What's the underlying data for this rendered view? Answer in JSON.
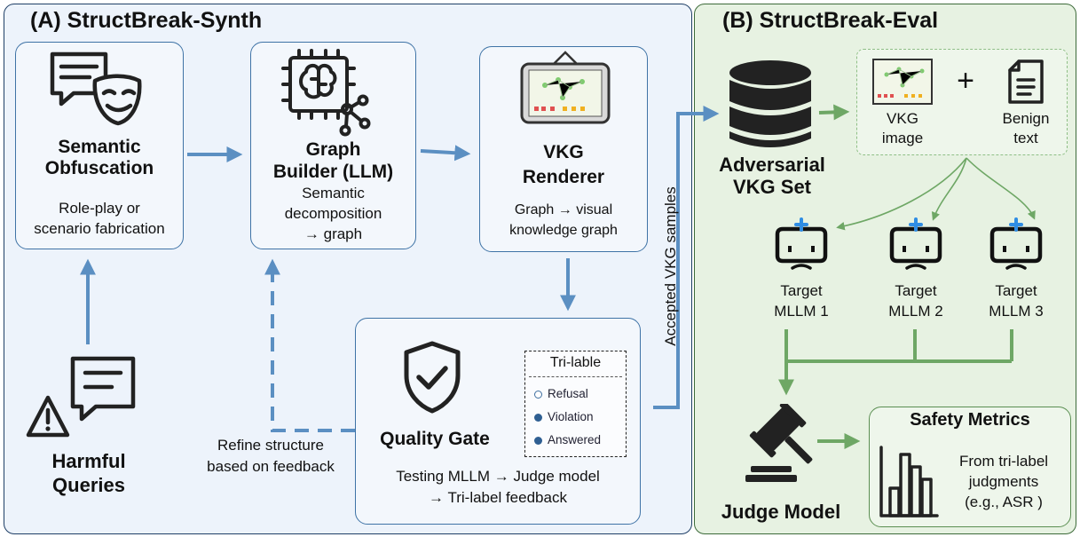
{
  "panel_a": {
    "title": "(A)  StructBreak-Synth",
    "semantic_obfuscation": {
      "title_line1": "Semantic",
      "title_line2": "Obfuscation",
      "desc_line1": "Role-play or",
      "desc_line2": "scenario fabrication"
    },
    "graph_builder": {
      "title_line1": "Graph",
      "title_line2": "Builder (LLM)",
      "desc_line1": "Semantic",
      "desc_line2": "decomposition",
      "desc_line3": "→ graph"
    },
    "vkg_renderer": {
      "title_line1": "VKG",
      "title_line2": "Renderer",
      "desc_line1": "Graph → visual",
      "desc_line2": "knowledge graph"
    },
    "quality_gate": {
      "title": "Quality Gate",
      "desc_line1": "Testing MLLM →  Judge model",
      "desc_line2": "→ Tri-label feedback"
    },
    "tri_label": {
      "header": "Tri-lable",
      "items": [
        "Refusal",
        "Violation",
        "Answered"
      ]
    },
    "harmful_queries": {
      "line1": "Harmful",
      "line2": "Queries"
    },
    "refine": {
      "line1": "Refine structure",
      "line2": "based on feedback"
    },
    "accepted_label": "Accepted VKG samples"
  },
  "panel_b": {
    "title": "(B)  StructBreak-Eval",
    "adversarial": {
      "line1": "Adversarial",
      "line2": "VKG Set"
    },
    "vkg_image": {
      "line1": "VKG",
      "line2": "image"
    },
    "plus": "+",
    "benign_text": {
      "line1": "Benign",
      "line2": "text"
    },
    "targets": [
      {
        "line1": "Target",
        "line2": "MLLM 1"
      },
      {
        "line1": "Target",
        "line2": "MLLM 2"
      },
      {
        "line1": "Target",
        "line2": "MLLM 3"
      }
    ],
    "judge_model": "Judge Model",
    "safety_metrics": {
      "title": "Safety Metrics",
      "desc_line1": "From tri-label",
      "desc_line2": "judgments",
      "desc_line3": "(e.g., ASR )"
    }
  },
  "colors": {
    "blue_arrow": "#5b8fc2",
    "green_arrow": "#6ea765",
    "panel_a_bg": "#edf3fb",
    "panel_b_bg": "#e7f2e2",
    "box_border": "#3f73a6",
    "target_plus": "#2f8de4"
  },
  "icons": [
    "chat-mask-icon",
    "brain-chip-icon",
    "monitor-graph-icon",
    "shield-check-icon",
    "alert-chat-icon",
    "database-icon",
    "document-icon",
    "robot-face-icon",
    "gavel-icon",
    "bar-chart-icon"
  ]
}
